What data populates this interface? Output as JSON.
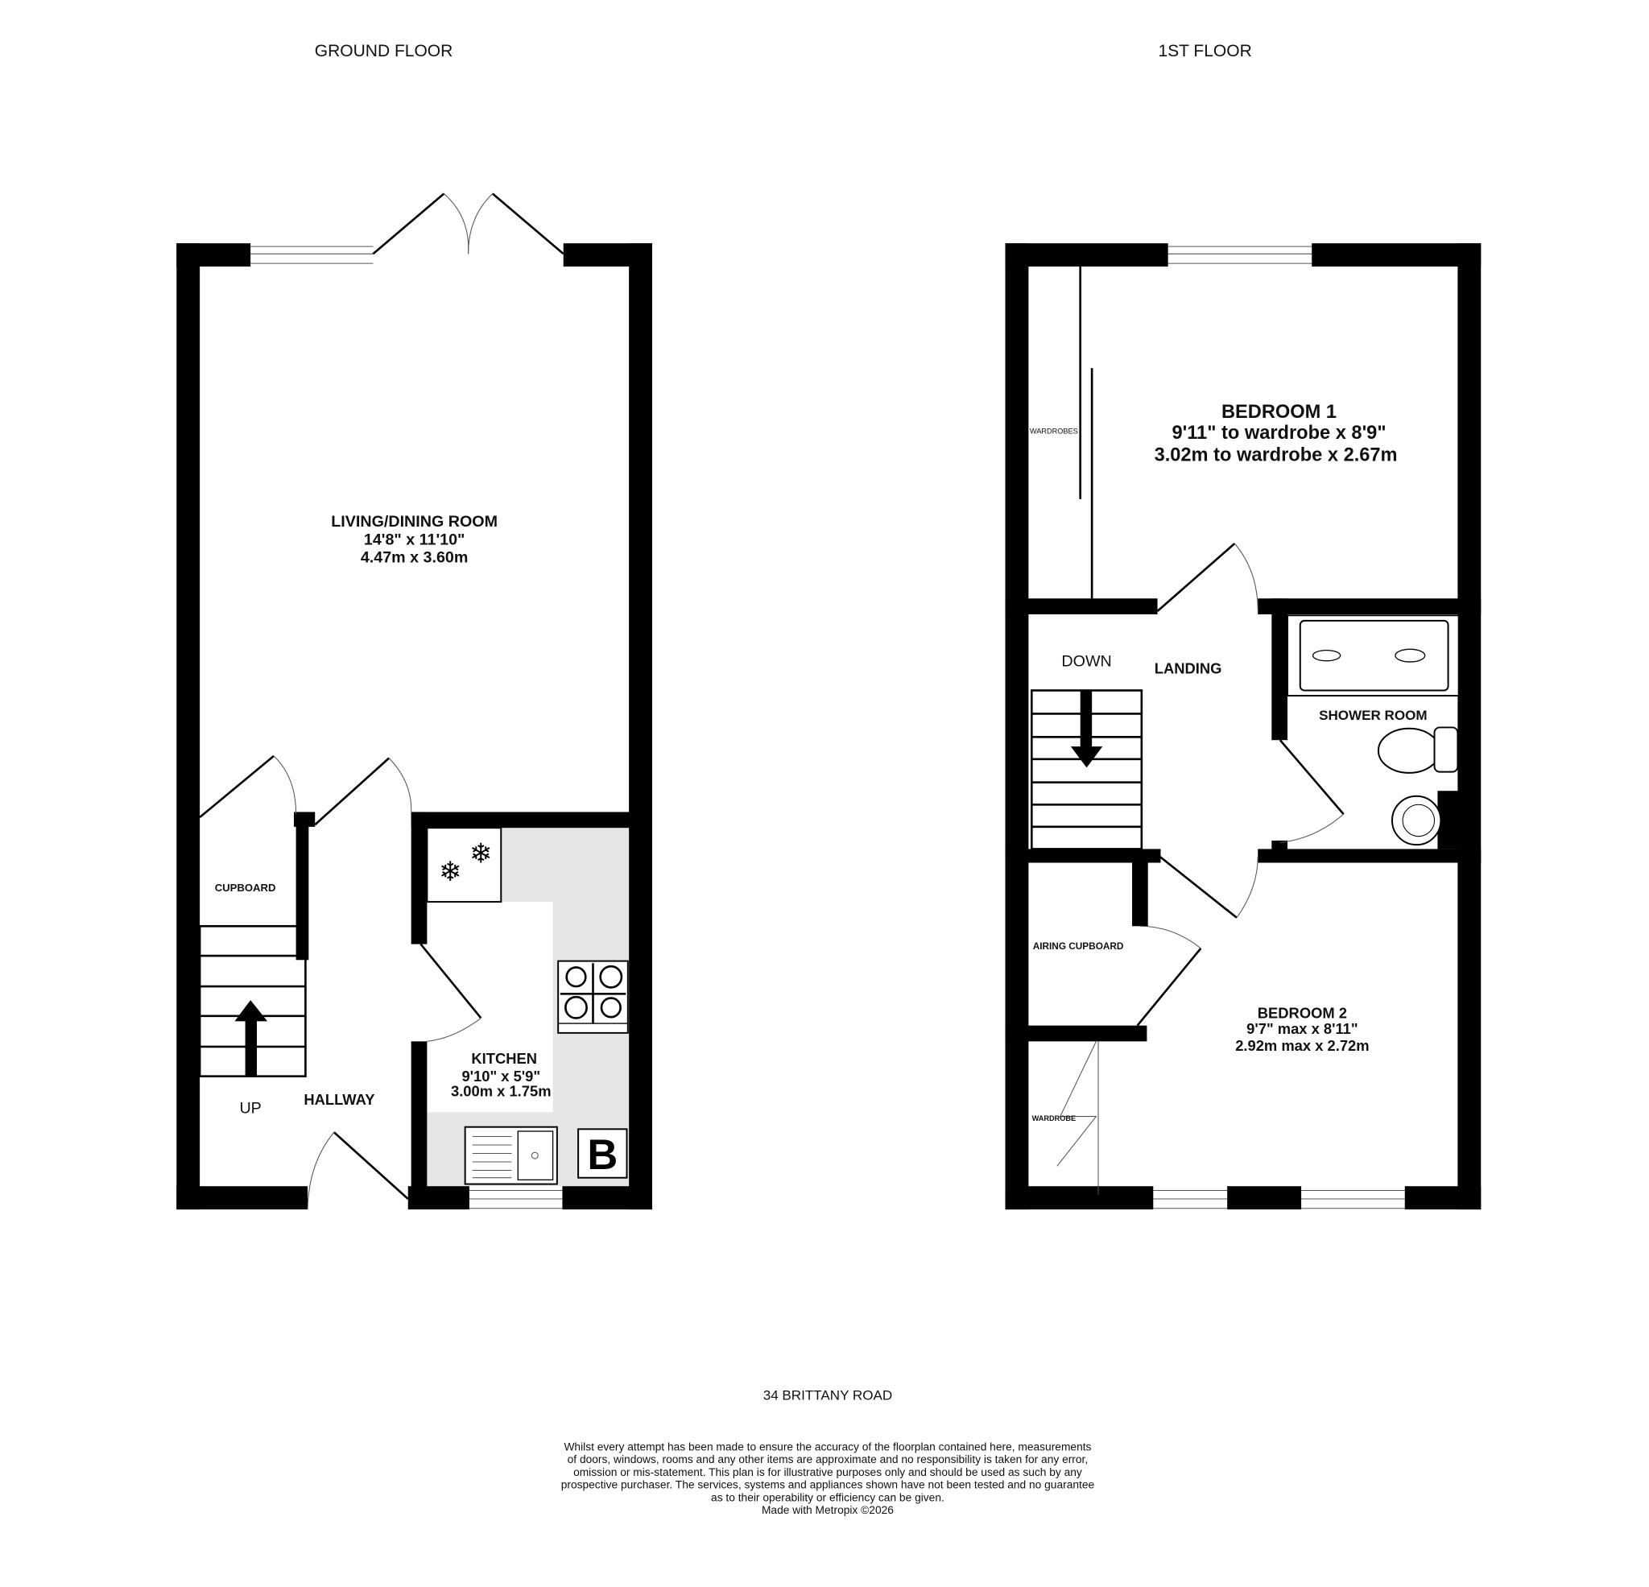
{
  "ground_floor": {
    "title": "GROUND FLOOR",
    "living_room": {
      "name": "LIVING/DINING ROOM",
      "imperial": "14'8\"  x 11'10\"",
      "metric": "4.47m  x 3.60m"
    },
    "cupboard": "CUPBOARD",
    "stairs_label": "UP",
    "hallway": "HALLWAY",
    "kitchen": {
      "name": "KITCHEN",
      "imperial": "9'10\"  x 5'9\"",
      "metric": "3.00m  x 1.75m"
    },
    "boiler_symbol": "B"
  },
  "first_floor": {
    "title": "1ST FLOOR",
    "bedroom1": {
      "name": "BEDROOM 1",
      "imperial": "9'11\" to wardrobe x 8'9\"",
      "metric": "3.02m to wardrobe x 2.67m"
    },
    "wardrobes": "WARDROBES",
    "stairs_label": "DOWN",
    "landing": "LANDING",
    "shower_room": "SHOWER ROOM",
    "airing_cupboard": "AIRING CUPBOARD",
    "bedroom2": {
      "name": "BEDROOM 2",
      "imperial": "9'7\" max x 8'11\"",
      "metric": "2.92m max x 2.72m"
    },
    "wardrobe": "WARDROBE"
  },
  "address": "34 BRITTANY ROAD",
  "disclaimer": [
    "Whilst every attempt has been made to ensure the accuracy of the floorplan contained here, measurements",
    "of doors, windows, rooms and any other items are approximate and no responsibility is taken for any error,",
    "omission or mis-statement. This plan is for illustrative purposes only and should be used as such by any",
    "prospective purchaser. The services, systems and appliances shown have not been tested and no guarantee",
    "as to their operability or efficiency can be given.",
    "Made with Metropix ©2026"
  ],
  "colors": {
    "walls": "#000000",
    "kitchen_floor": "#e6e6e6"
  }
}
